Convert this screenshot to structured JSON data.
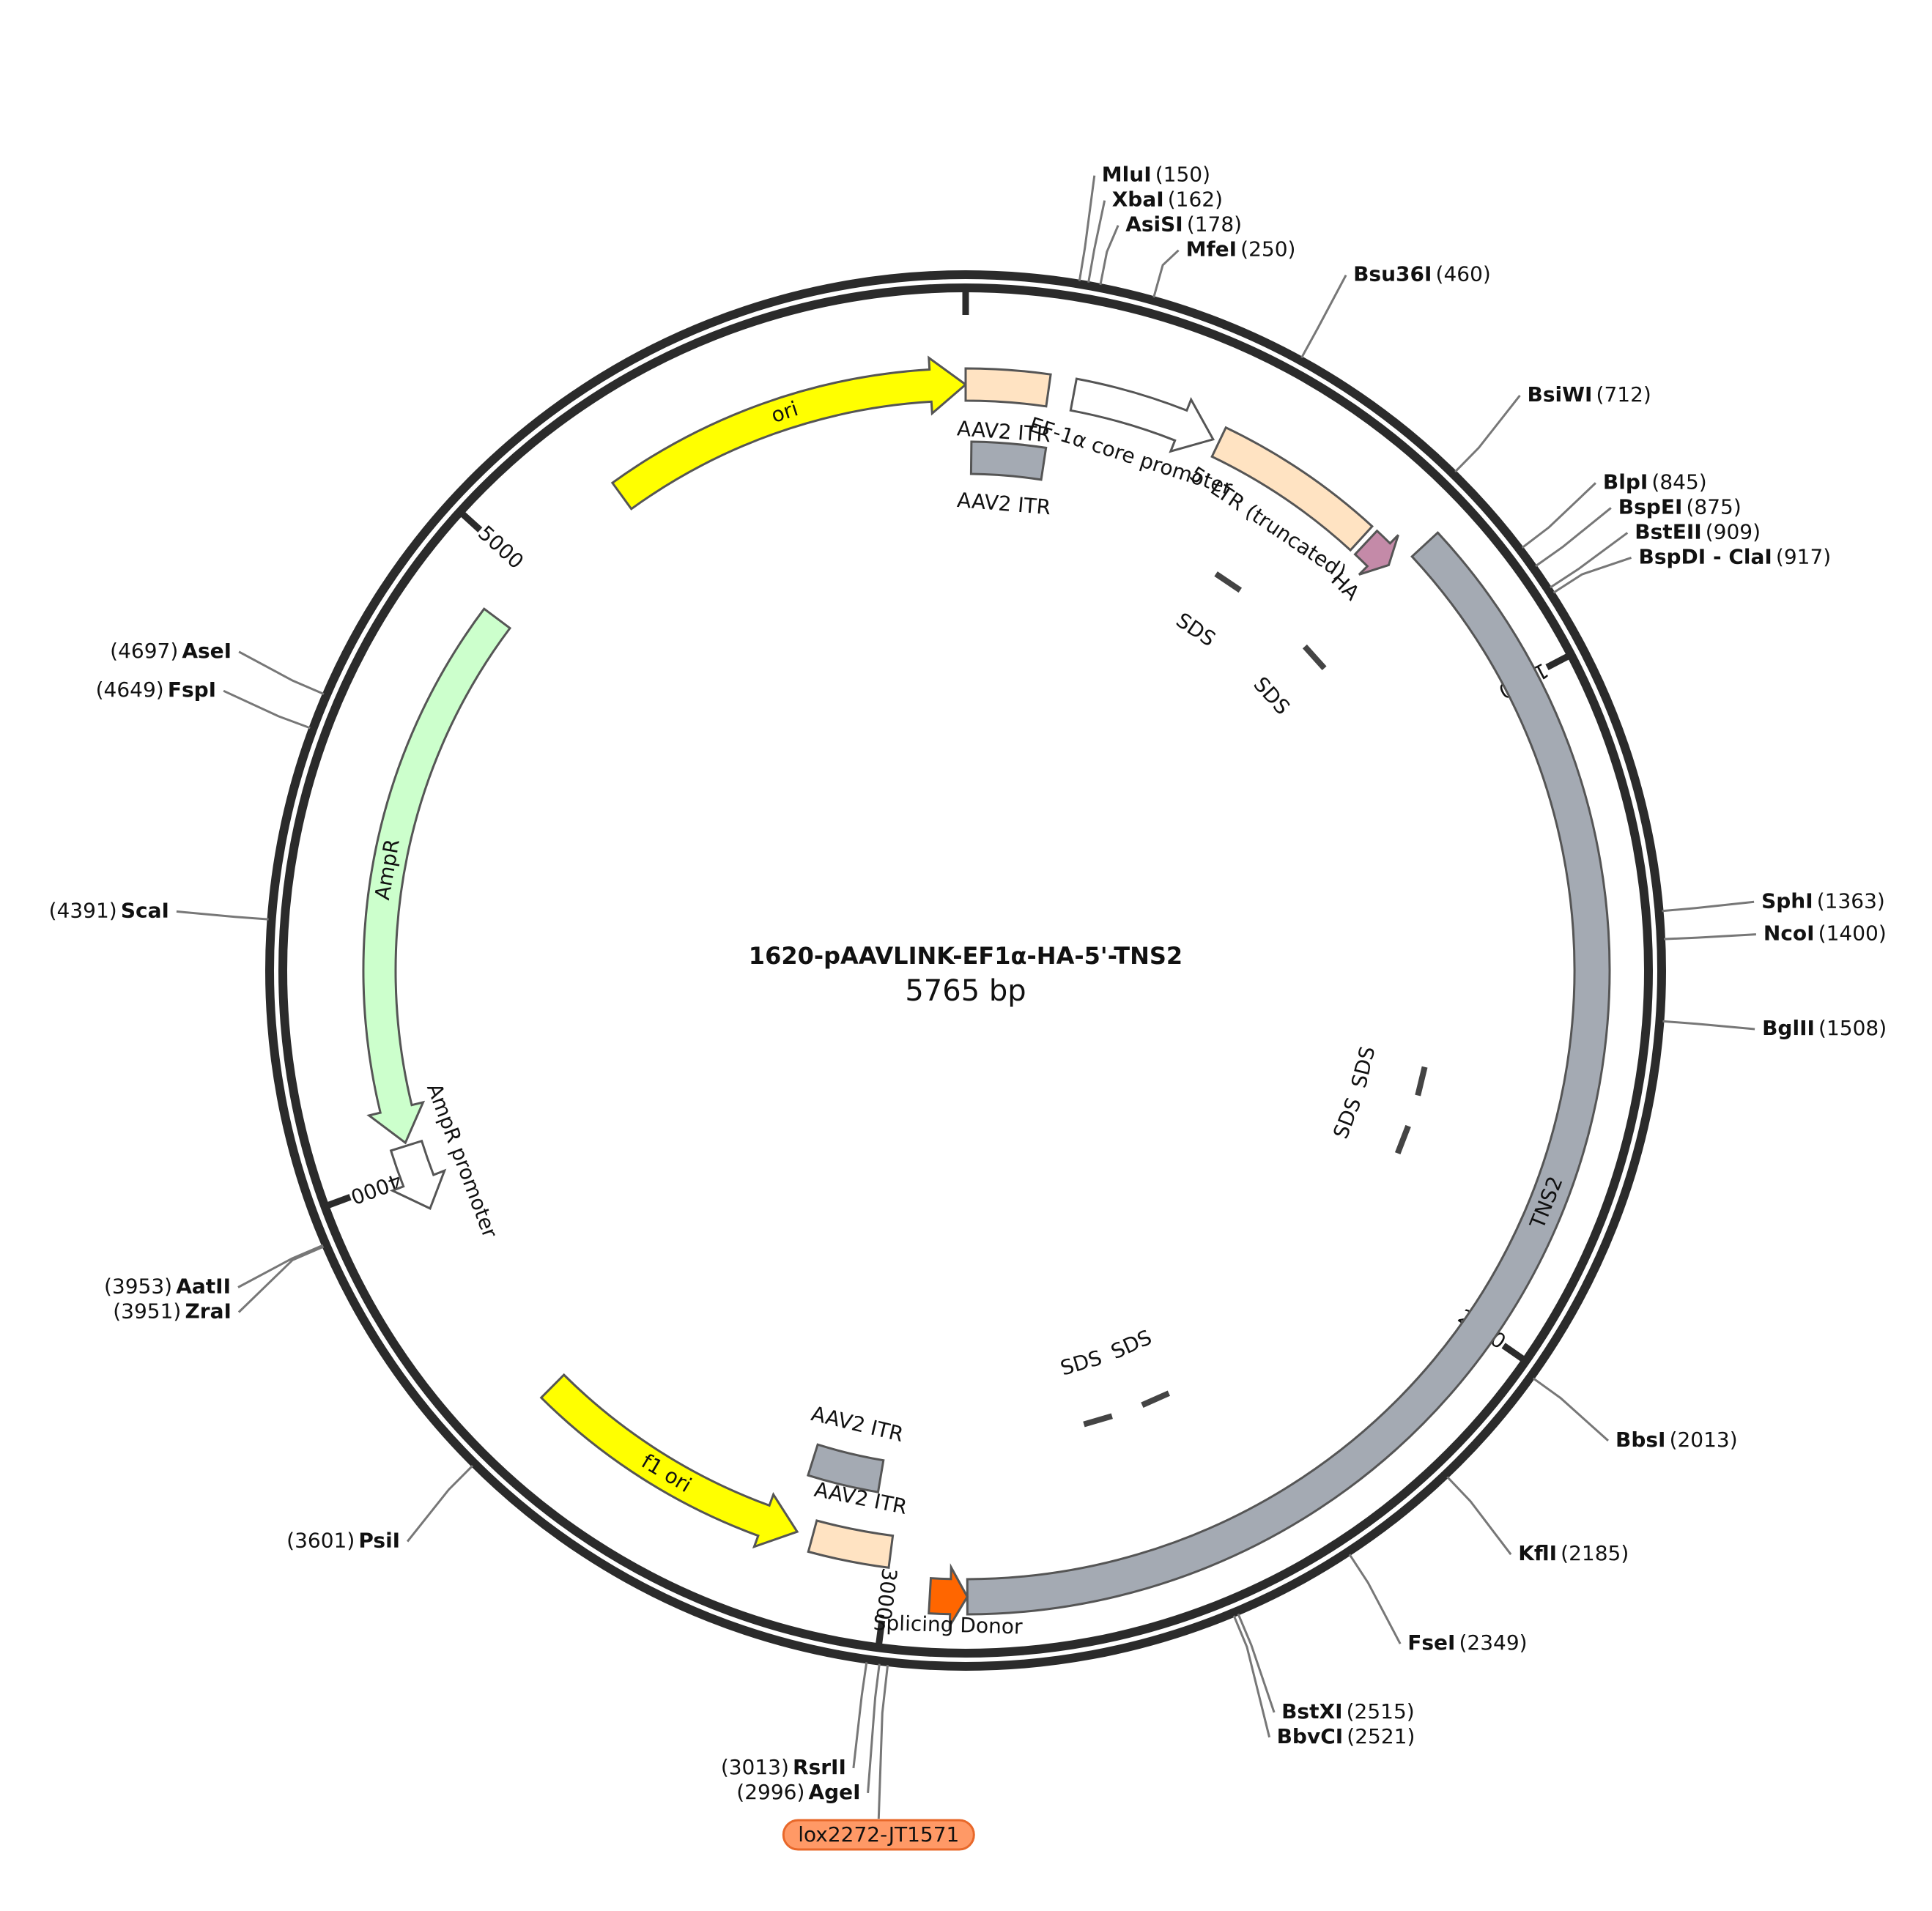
{
  "map": {
    "title": "1620-pAAVLINK-EF1α-HA-5'-TNS2",
    "size_label": "5765 bp",
    "total_bp": 5765
  },
  "ticks": [
    {
      "bp": 0,
      "label": ""
    },
    {
      "bp": 1000,
      "label": "1000"
    },
    {
      "bp": 2000,
      "label": "2000"
    },
    {
      "bp": 3000,
      "label": "3000"
    },
    {
      "bp": 4000,
      "label": "4000"
    },
    {
      "bp": 5000,
      "label": "5000"
    }
  ],
  "features": [
    {
      "id": "ori",
      "label": "ori",
      "start": 5190,
      "end": 5765,
      "color": "#ffff00",
      "type": "arrow",
      "dir": 1,
      "lane": 1,
      "label_inside": true
    },
    {
      "id": "aav2-itr-top",
      "label": "AAV2 ITR",
      "start": 0,
      "end": 130,
      "color": "#ffe3c2",
      "type": "box",
      "lane": 1
    },
    {
      "id": "ef1a-core-promoter",
      "label": "EF-1α core promoter",
      "start": 170,
      "end": 400,
      "color": "#ffffff",
      "type": "arrow",
      "dir": 1,
      "lane": 1
    },
    {
      "id": "ltr-truncated",
      "label": "5' LTR (truncated)",
      "start": 410,
      "end": 680,
      "color": "#ffe3c2",
      "type": "box",
      "lane": 1
    },
    {
      "id": "aav2-itr-top-inner",
      "label": "AAV2 ITR",
      "start": 10,
      "end": 140,
      "color": "#a4aab3",
      "type": "box",
      "lane": 2
    },
    {
      "id": "ha",
      "label": "HA",
      "start": 690,
      "end": 740,
      "color": "#c48aa8",
      "type": "arrow",
      "dir": 1,
      "lane": 1
    },
    {
      "id": "tns2",
      "label": "TNS2",
      "start": 755,
      "end": 2880,
      "color": "#a4aab3",
      "type": "box",
      "lane": 0
    },
    {
      "id": "splicing-donor",
      "label": "Splicing Donor",
      "start": 2880,
      "end": 2935,
      "color": "#ff6600",
      "type": "arrow",
      "dir": -1,
      "lane": 0
    },
    {
      "id": "aav2-itr-bottom",
      "label": "AAV2 ITR",
      "start": 3000,
      "end": 3125,
      "color": "#ffe3c2",
      "type": "box",
      "lane": 1
    },
    {
      "id": "aav2-itr-bottom-inner",
      "label": "AAV2 ITR",
      "start": 3035,
      "end": 3160,
      "color": "#a4aab3",
      "type": "box",
      "lane": 2
    },
    {
      "id": "f1-ori",
      "label": "f1 ori",
      "start": 3150,
      "end": 3600,
      "color": "#ffff00",
      "type": "arrow",
      "dir": -1,
      "lane": 1,
      "label_inside": true
    },
    {
      "id": "ampr-promoter",
      "label": "AmpR promoter",
      "start": 3940,
      "end": 4045,
      "color": "#ffffff",
      "type": "arrow",
      "dir": -1,
      "lane": 1
    },
    {
      "id": "ampr",
      "label": "AmpR",
      "start": 4050,
      "end": 4915,
      "color": "#ccffcc",
      "type": "arrow",
      "dir": -1,
      "lane": 1,
      "label_inside": true
    }
  ],
  "sds_marks": [
    {
      "label": "SDS",
      "bp": 545
    },
    {
      "label": "SDS",
      "bp": 770
    },
    {
      "label": "SDS",
      "bp": 1660
    },
    {
      "label": "SDS",
      "bp": 1780
    },
    {
      "label": "SDS",
      "bp": 2500
    },
    {
      "label": "SDS",
      "bp": 2620
    }
  ],
  "sites": [
    {
      "name": "MluI",
      "pos": "(150)",
      "bp": 150,
      "side": "left"
    },
    {
      "name": "XbaI",
      "pos": "(162)",
      "bp": 162,
      "side": "right"
    },
    {
      "name": "AsiSI",
      "pos": "(178)",
      "bp": 178,
      "side": "right"
    },
    {
      "name": "MfeI",
      "pos": "(250)",
      "bp": 250,
      "side": "right"
    },
    {
      "name": "Bsu36I",
      "pos": "(460)",
      "bp": 460,
      "side": "right"
    },
    {
      "name": "BsiWI",
      "pos": "(712)",
      "bp": 712,
      "side": "right"
    },
    {
      "name": "BlpI",
      "pos": "(845)",
      "bp": 845,
      "side": "right"
    },
    {
      "name": "BspEI",
      "pos": "(875)",
      "bp": 875,
      "side": "right"
    },
    {
      "name": "BstEII",
      "pos": "(909)",
      "bp": 909,
      "side": "right"
    },
    {
      "name": "BspDI - ClaI",
      "pos": "(917)",
      "bp": 917,
      "side": "right"
    },
    {
      "name": "SphI",
      "pos": "(1363)",
      "bp": 1363,
      "side": "right"
    },
    {
      "name": "NcoI",
      "pos": "(1400)",
      "bp": 1400,
      "side": "right"
    },
    {
      "name": "BglII",
      "pos": "(1508)",
      "bp": 1508,
      "side": "right"
    },
    {
      "name": "BbsI",
      "pos": "(2013)",
      "bp": 2013,
      "side": "right"
    },
    {
      "name": "KflI",
      "pos": "(2185)",
      "bp": 2185,
      "side": "right"
    },
    {
      "name": "FseI",
      "pos": "(2349)",
      "bp": 2349,
      "side": "right"
    },
    {
      "name": "BstXI",
      "pos": "(2515)",
      "bp": 2515,
      "side": "right"
    },
    {
      "name": "BbvCI",
      "pos": "(2521)",
      "bp": 2521,
      "side": "right"
    },
    {
      "name": "RsrII",
      "pos": "(3013)",
      "bp": 3013,
      "side": "left"
    },
    {
      "name": "AgeI",
      "pos": "(2996)",
      "bp": 2996,
      "side": "left"
    },
    {
      "name": "PsiI",
      "pos": "(3601)",
      "bp": 3601,
      "side": "left"
    },
    {
      "name": "ZraI",
      "pos": "(3951)",
      "bp": 3951,
      "side": "left"
    },
    {
      "name": "AatII",
      "pos": "(3953)",
      "bp": 3953,
      "side": "left"
    },
    {
      "name": "ScaI",
      "pos": "(4391)",
      "bp": 4391,
      "side": "left"
    },
    {
      "name": "FspI",
      "pos": "(4649)",
      "bp": 4649,
      "side": "left"
    },
    {
      "name": "AseI",
      "pos": "(4697)",
      "bp": 4697,
      "side": "left"
    }
  ],
  "primer": {
    "label": "lox2272-JT1571",
    "bp": 2985,
    "color": "#ff9966"
  }
}
